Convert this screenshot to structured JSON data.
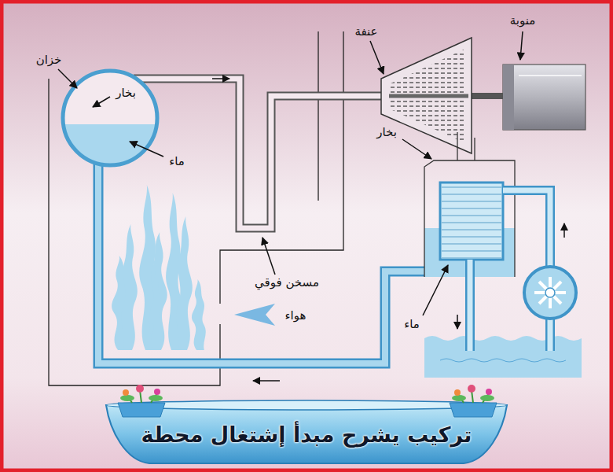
{
  "diagram": {
    "title": "تركيب يشرح مبدأ إشتغال محطة",
    "labels": [
      "خزان",
      "بخار",
      "ماء",
      "عنفة",
      "منوبة",
      "بخار",
      "مسخن فوقي",
      "هواء",
      "ماء"
    ]
  }
}
